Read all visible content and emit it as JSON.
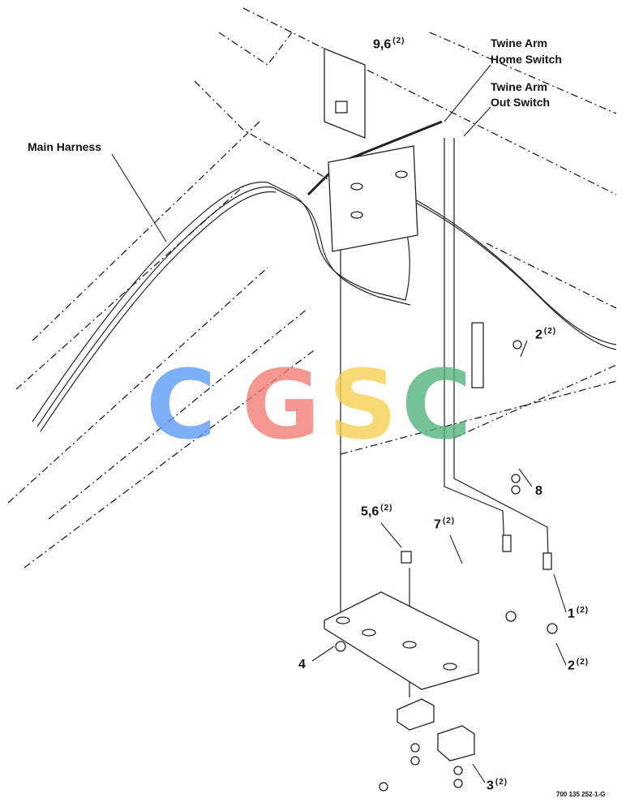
{
  "labels": {
    "main_harness": "Main Harness",
    "twine_arm_home_switch_line1": "Twine Arm",
    "twine_arm_home_switch_line2": "Home Switch",
    "twine_arm_out_switch_line1": "Twine Arm",
    "twine_arm_out_switch_line2": "Out Switch",
    "callout_9_6": "9,6",
    "callout_9_6_qty": "(2)",
    "callout_2_top": "2",
    "callout_2_top_qty": "(2)",
    "callout_8": "8",
    "callout_5_6": "5,6",
    "callout_5_6_qty": "(2)",
    "callout_7": "7",
    "callout_7_qty": "(2)",
    "callout_1": "1",
    "callout_1_qty": "(2)",
    "callout_2_bottom": "2",
    "callout_2_bottom_qty": "(2)",
    "callout_4": "4",
    "callout_3": "3",
    "callout_3_qty": "(2)",
    "figure_number": "700 135 252-1-G"
  },
  "watermark": {
    "letters": [
      "C",
      "G",
      "S",
      "C"
    ],
    "colors": [
      "#5b9bf5",
      "#f27b72",
      "#f7d04f",
      "#4fb37a"
    ]
  }
}
